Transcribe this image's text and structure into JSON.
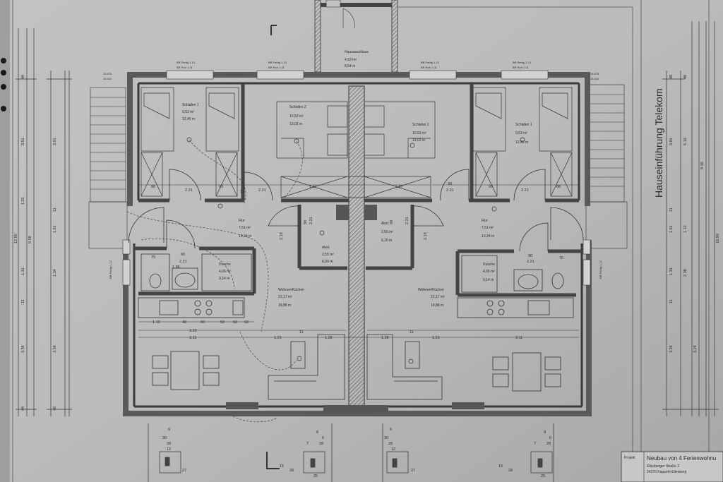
{
  "vertical_title": "Hauseinführung Telekom",
  "rooms": {
    "hausanschluss": {
      "name": "Hausanschluss",
      "area": "4,53 m²",
      "perimeter": "8,54 m"
    },
    "left_schlafen1": {
      "name": "Schlafen 1",
      "area": "9,53 m²",
      "perimeter": "12,45 m"
    },
    "left_schlafen2": {
      "name": "Schlafen 2",
      "area": "10,53 m²",
      "perimeter": "13,02 m"
    },
    "right_schlafen2": {
      "name": "Schlafen 2",
      "area": "10,53 m²",
      "perimeter": "13,02 m"
    },
    "right_schlafen1": {
      "name": "Schlafen 1",
      "area": "9,53 m²",
      "perimeter": "12,45 m"
    },
    "left_flur": {
      "name": "Flur",
      "area": "7,51 m²",
      "perimeter": "13,24 m"
    },
    "right_flur": {
      "name": "Flur",
      "area": "7,51 m²",
      "perimeter": "13,24 m"
    },
    "left_abst": {
      "name": "Abst.",
      "area": "2,55 m²",
      "perimeter": "8,20 m"
    },
    "right_abst": {
      "name": "Abst.",
      "area": "2,55 m²",
      "perimeter": "8,20 m"
    },
    "left_dusche": {
      "name": "Dusche",
      "area": "4,06 m²",
      "perimeter": "9,14 m"
    },
    "right_dusche": {
      "name": "Dusche",
      "area": "4,06 m²",
      "perimeter": "9,14 m"
    },
    "left_wohnen": {
      "name": "Wohnen/Küchen",
      "area": "21,17 m²",
      "perimeter": "19,88 m"
    },
    "right_wohnen": {
      "name": "Wohnen/Küchen",
      "area": "21,17 m²",
      "perimeter": "19,88 m"
    }
  },
  "window_labels": {
    "w1": [
      "BR Fertig 1.13",
      "BR Roh 1.01"
    ],
    "w2": [
      "BR Fertig 1.13",
      "BR Roh 1.01"
    ],
    "w3": [
      "BR Fertig 1.13",
      "BR Roh 1.01"
    ],
    "w4": [
      "BR Fertig 1.13",
      "BR Roh 1.01"
    ],
    "stair_left": [
      "15.575",
      "15.524"
    ],
    "stair_right": [
      "15.575",
      "15.524"
    ]
  },
  "dimensions": {
    "top_left_dims": [
      "88",
      "2.21",
      "93",
      "12",
      "2.21"
    ],
    "top_right_dims": [
      "90",
      "2.21",
      "93",
      "2.21",
      "88"
    ],
    "hall_dims": [
      "1.97",
      "1.97"
    ],
    "wet_left": [
      "75",
      "90",
      "2.21",
      "1.96"
    ],
    "wet_right": [
      "90",
      "2.21",
      "75"
    ],
    "kitchen_dims": [
      "1.10",
      "40",
      "60",
      "50",
      "60",
      "60"
    ],
    "row_a": [
      "3.22",
      "1.21",
      "11",
      "1.28",
      "1.28",
      "1.21",
      "11"
    ],
    "row_b": [
      "3.11",
      "3.11"
    ],
    "center_small": [
      "90",
      "90",
      "2.21",
      "2.21",
      "2.18",
      "2.18"
    ]
  },
  "left_scale_marks": [
    "48",
    "3.51",
    "1.01",
    "1.31",
    "11",
    "3.34",
    "48",
    "3.91",
    "11",
    "1.61",
    "1.34",
    "3.34",
    "46",
    "12.90",
    "9.59"
  ],
  "right_scale_marks": [
    "48",
    "3.81",
    "11",
    "1.61",
    "1.31",
    "11",
    "3.34",
    "48",
    "5.10",
    "9.10",
    "1.12",
    "2.38",
    "3.24",
    "10.90"
  ],
  "bottom_dims_left": [
    "6",
    "30",
    "28",
    "12",
    "27",
    "15",
    "28",
    "7",
    "8",
    "6",
    "28",
    "25"
  ],
  "bottom_dims_right": [
    "6",
    "30",
    "28",
    "12",
    "27",
    "15",
    "28",
    "7",
    "8",
    "6",
    "28",
    "25"
  ],
  "title_block": {
    "label_projekt": "Projekt",
    "project_name": "Neubau von 4 Ferienwohnu",
    "street": "Ellenberger Straße 2",
    "city": "24376 Kappeln-Ellenberg"
  }
}
